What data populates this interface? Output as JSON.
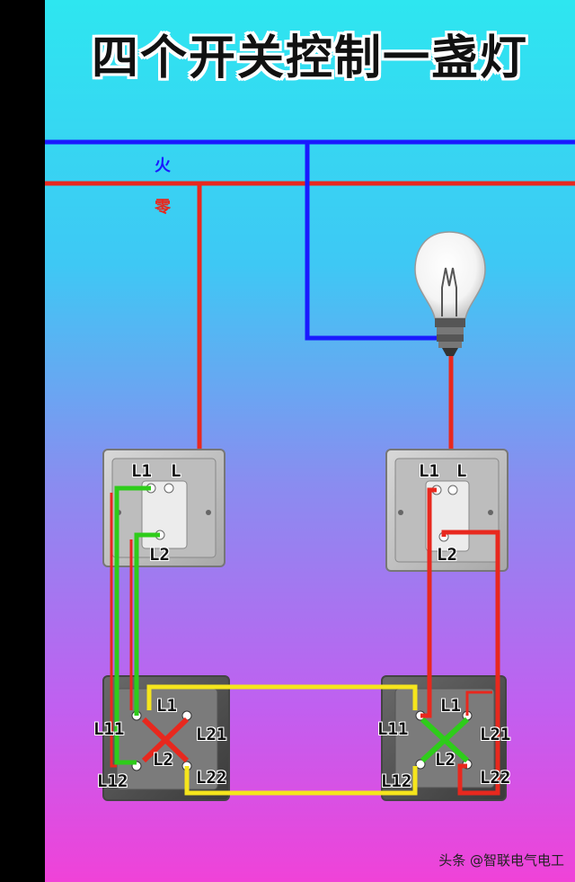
{
  "title": "四个开关控制一盏灯",
  "lines": {
    "live_label": "火",
    "neutral_label": "零",
    "live_color": "#1a1aff",
    "neutral_color": "#e8281e"
  },
  "switches": [
    {
      "id": "single-switch-left",
      "terminals": [
        "L1",
        "L",
        "L2"
      ]
    },
    {
      "id": "single-switch-right",
      "terminals": [
        "L1",
        "L",
        "L2"
      ]
    },
    {
      "id": "double-switch-left",
      "terminals": [
        "L1",
        "L11",
        "L21",
        "L2",
        "L12",
        "L22"
      ]
    },
    {
      "id": "double-switch-right",
      "terminals": [
        "L1",
        "L11",
        "L21",
        "L2",
        "L12",
        "L22"
      ]
    }
  ],
  "wire_colors": {
    "red": "#e8281e",
    "green": "#2ecc1a",
    "yellow": "#f5e51c",
    "blue": "#1a1aff"
  },
  "watermark": "头条 @智联电气电工"
}
